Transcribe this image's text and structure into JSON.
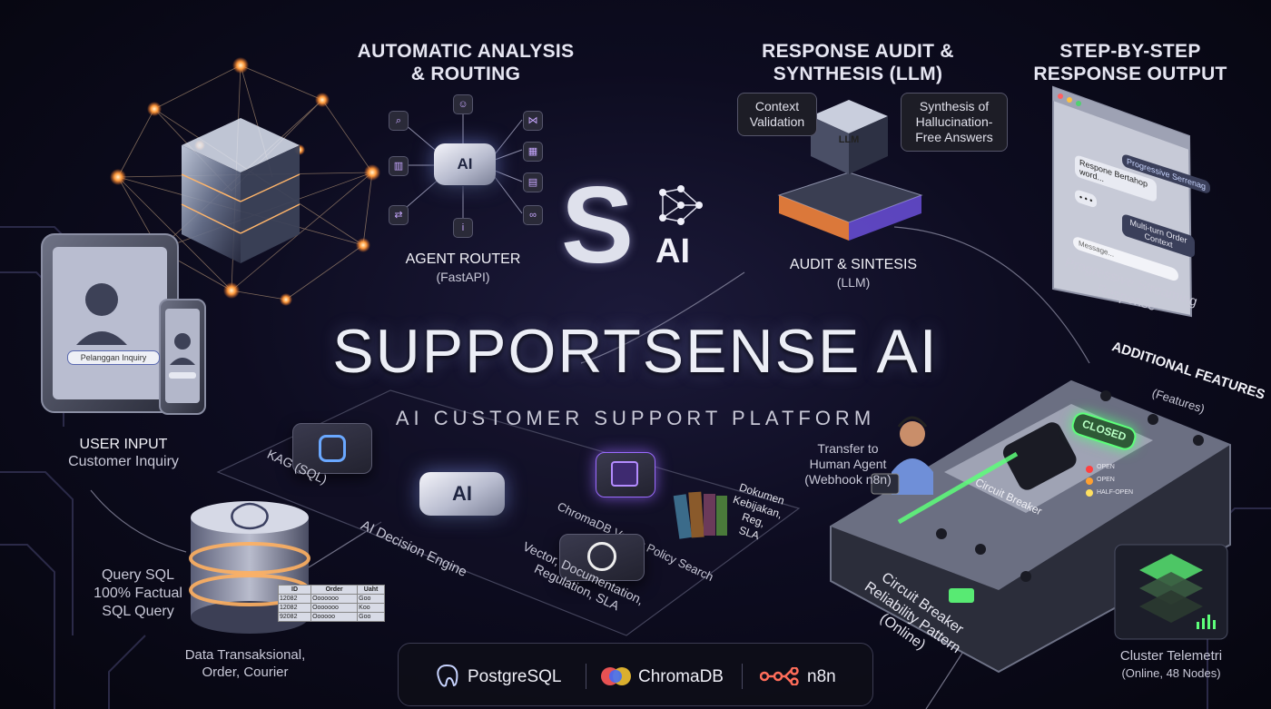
{
  "brand": {
    "logo_letters": "S",
    "logo_suffix": "AI",
    "title": "SUPPORTSENSE AI",
    "subtitle": "AI CUSTOMER SUPPORT PLATFORM"
  },
  "sections": {
    "routing_title": "AUTOMATIC ANALYSIS\n& ROUTING",
    "audit_title": "RESPONSE AUDIT &\nSYNTHESIS (LLM)",
    "output_title": "STEP-BY-STEP\nRESPONSE OUTPUT"
  },
  "router": {
    "chip_label": "AI",
    "name": "AGENT ROUTER",
    "framework": "(FastAPI)"
  },
  "audit": {
    "bubble_left": "Context\nValidation",
    "bubble_right": "Synthesis of\nHallucination-\nFree Answers",
    "cube_label": "LLM",
    "name": "AUDIT & SINTESIS",
    "sub": "(LLM)"
  },
  "chat_window": {
    "bubble_1": "Progressive Serrenag",
    "bubble_2": "Respone Bertahop\nword...",
    "bubble_3": "Multi-turn Order\nContext",
    "typing": "• • •",
    "input_placeholder": "Message...",
    "caption": "Progressive Streaming\nResponse"
  },
  "user_input": {
    "tablet_field": "Pelanggan Inquiry",
    "title": "USER INPUT",
    "sub": "Customer Inquiry"
  },
  "database": {
    "query_label": "Query SQL\n100% Factual\nSQL Query",
    "caption": "Data Transaksional,\nOrder, Courier",
    "table_headers": [
      "ID",
      "Order",
      "Uaht"
    ],
    "table_rows": [
      [
        "12082",
        "Ooooooo",
        "Goo"
      ],
      [
        "12082",
        "Ooooooo",
        "Koo"
      ],
      [
        "92082",
        "Oooooo",
        "Goo"
      ]
    ]
  },
  "decision": {
    "kag_label": "KAG (SQL)",
    "engine_chip": "AI",
    "engine_label": "AI Decision Engine",
    "chroma_label": "ChromaDB Vector Policy Search",
    "docs_label": "Dokumen\nKebijakan,\nReg,\nSLA",
    "vector_label": "Vector, Documentation,\nRegulation, SLA"
  },
  "additional": {
    "title": "ADDITIONAL FEATURES",
    "sub": "(Features)",
    "transfer": "Transfer to\nHuman Agent\n(Webhook n8n)",
    "closed_badge": "CLOSED",
    "breaker_label": "Circuit Breaker",
    "states": [
      "OPEN",
      "OPEN",
      "HALF-OPEN"
    ],
    "pattern": "Circuit Breaker\nReliability Pattern\n(Online)",
    "telemetry": "Cluster Telemetri",
    "telemetry_sub": "(Online, 48 Nodes)"
  },
  "tech_stack": {
    "items": [
      "PostgreSQL",
      "ChromaDB",
      "n8n"
    ]
  },
  "colors": {
    "accent_purple": "#9b6bff",
    "accent_green": "#5dff7a",
    "accent_orange": "#ff9a3c",
    "background": "#0d0c20"
  }
}
